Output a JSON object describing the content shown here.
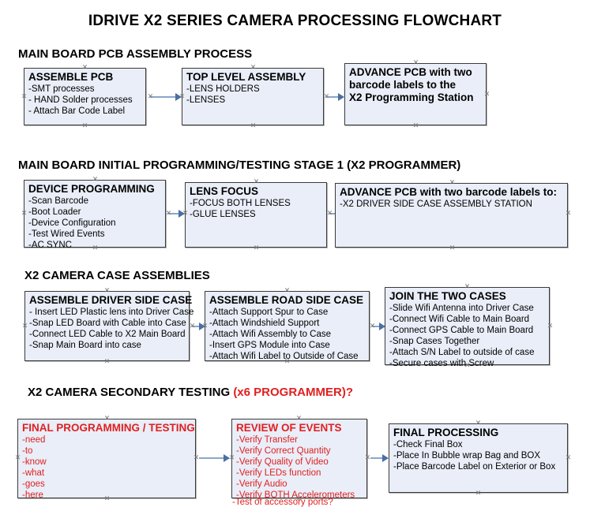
{
  "title": "IDRIVE X2  SERIES CAMERA PROCESSING FLOWCHART",
  "colors": {
    "box_fill": "#e9eef8",
    "box_border": "#7f7f7f",
    "connector": "#8aa6c8",
    "arrow_head": "#4a6fa5",
    "red_accent": "#e02020",
    "text": "#000000"
  },
  "sections": [
    {
      "heading": "MAIN BOARD PCB ASSEMBLY PROCESS",
      "heading_suffix": "",
      "boxes": [
        {
          "title": "ASSEMBLE PCB",
          "lines": [
            " -SMT processes",
            "- HAND Solder processes",
            "- Attach Bar Code Label"
          ]
        },
        {
          "title": "TOP LEVEL ASSEMBLY",
          "lines": [
            "-LENS HOLDERS",
            "-LENSES"
          ]
        },
        {
          "title": "ADVANCE PCB with two",
          "lines": [
            "barcode labels to the",
            " X2 Programming Station"
          ]
        }
      ]
    },
    {
      "heading": "MAIN BOARD INITIAL PROGRAMMING/TESTING STAGE 1 (X2 PROGRAMMER)",
      "heading_suffix": "",
      "boxes": [
        {
          "title": "DEVICE PROGRAMMING",
          "lines": [
            "-Scan Barcode",
            "-Boot Loader",
            "-Device Configuration",
            "-Test Wired Events",
            "-AC SYNC"
          ]
        },
        {
          "title": "LENS FOCUS",
          "lines": [
            "-FOCUS BOTH LENSES",
            "-GLUE LENSES"
          ]
        },
        {
          "title": "ADVANCE PCB with two barcode labels to:",
          "lines": [
            "-X2 DRIVER  SIDE  CASE  ASSEMBLY STATION"
          ]
        }
      ]
    },
    {
      "heading": "X2 CAMERA CASE ASSEMBLIES",
      "heading_suffix": "",
      "boxes": [
        {
          "title": "ASSEMBLE DRIVER SIDE CASE",
          "lines": [
            "- Insert LED Plastic lens into Driver Case",
            "-Snap LED Board with Cable into Case",
            "-Connect LED Cable to X2 Main Board",
            "-Snap Main Board into case"
          ]
        },
        {
          "title": "ASSEMBLE ROAD SIDE CASE",
          "lines": [
            "-Attach Support Spur to Case",
            "-Attach Windshield Support",
            "-Attach Wifi Assembly to Case",
            "-Insert GPS Module into Case",
            "-Attach Wifi Label to Outside of Case"
          ]
        },
        {
          "title": "JOIN THE TWO CASES",
          "lines": [
            "-Slide Wifi Antenna into Driver Case",
            "-Connect Wifi Cable to Main Board",
            "-Connect GPS Cable to Main Board",
            "-Snap Cases Together",
            "-Attach S/N Label to outside of case",
            "-Secure cases with Screw"
          ]
        }
      ]
    },
    {
      "heading": "X2 CAMERA SECONDARY TESTING ",
      "heading_suffix": "(x6 PROGRAMMER)?",
      "boxes": [
        {
          "title": "FINAL PROGRAMMING / TESTING",
          "lines": [
            "-need",
            "-to",
            "-know",
            "-what",
            "-goes",
            "-here"
          ]
        },
        {
          "title": "REVIEW OF EVENTS",
          "lines": [
            "-Verify Transfer",
            "-Verify Correct Quantity",
            "-Verify Quality of Video",
            "-Verify LEDs function",
            "-Verify Audio",
            "-Verify BOTH Accelerometers"
          ],
          "overflow_line": "-Test of accessory ports?"
        },
        {
          "title": "FINAL PROCESSING",
          "lines": [
            " -Check Final Box",
            "-Place In Bubble wrap Bag and BOX",
            "-Place Barcode Label on Exterior or Box"
          ]
        }
      ]
    }
  ]
}
